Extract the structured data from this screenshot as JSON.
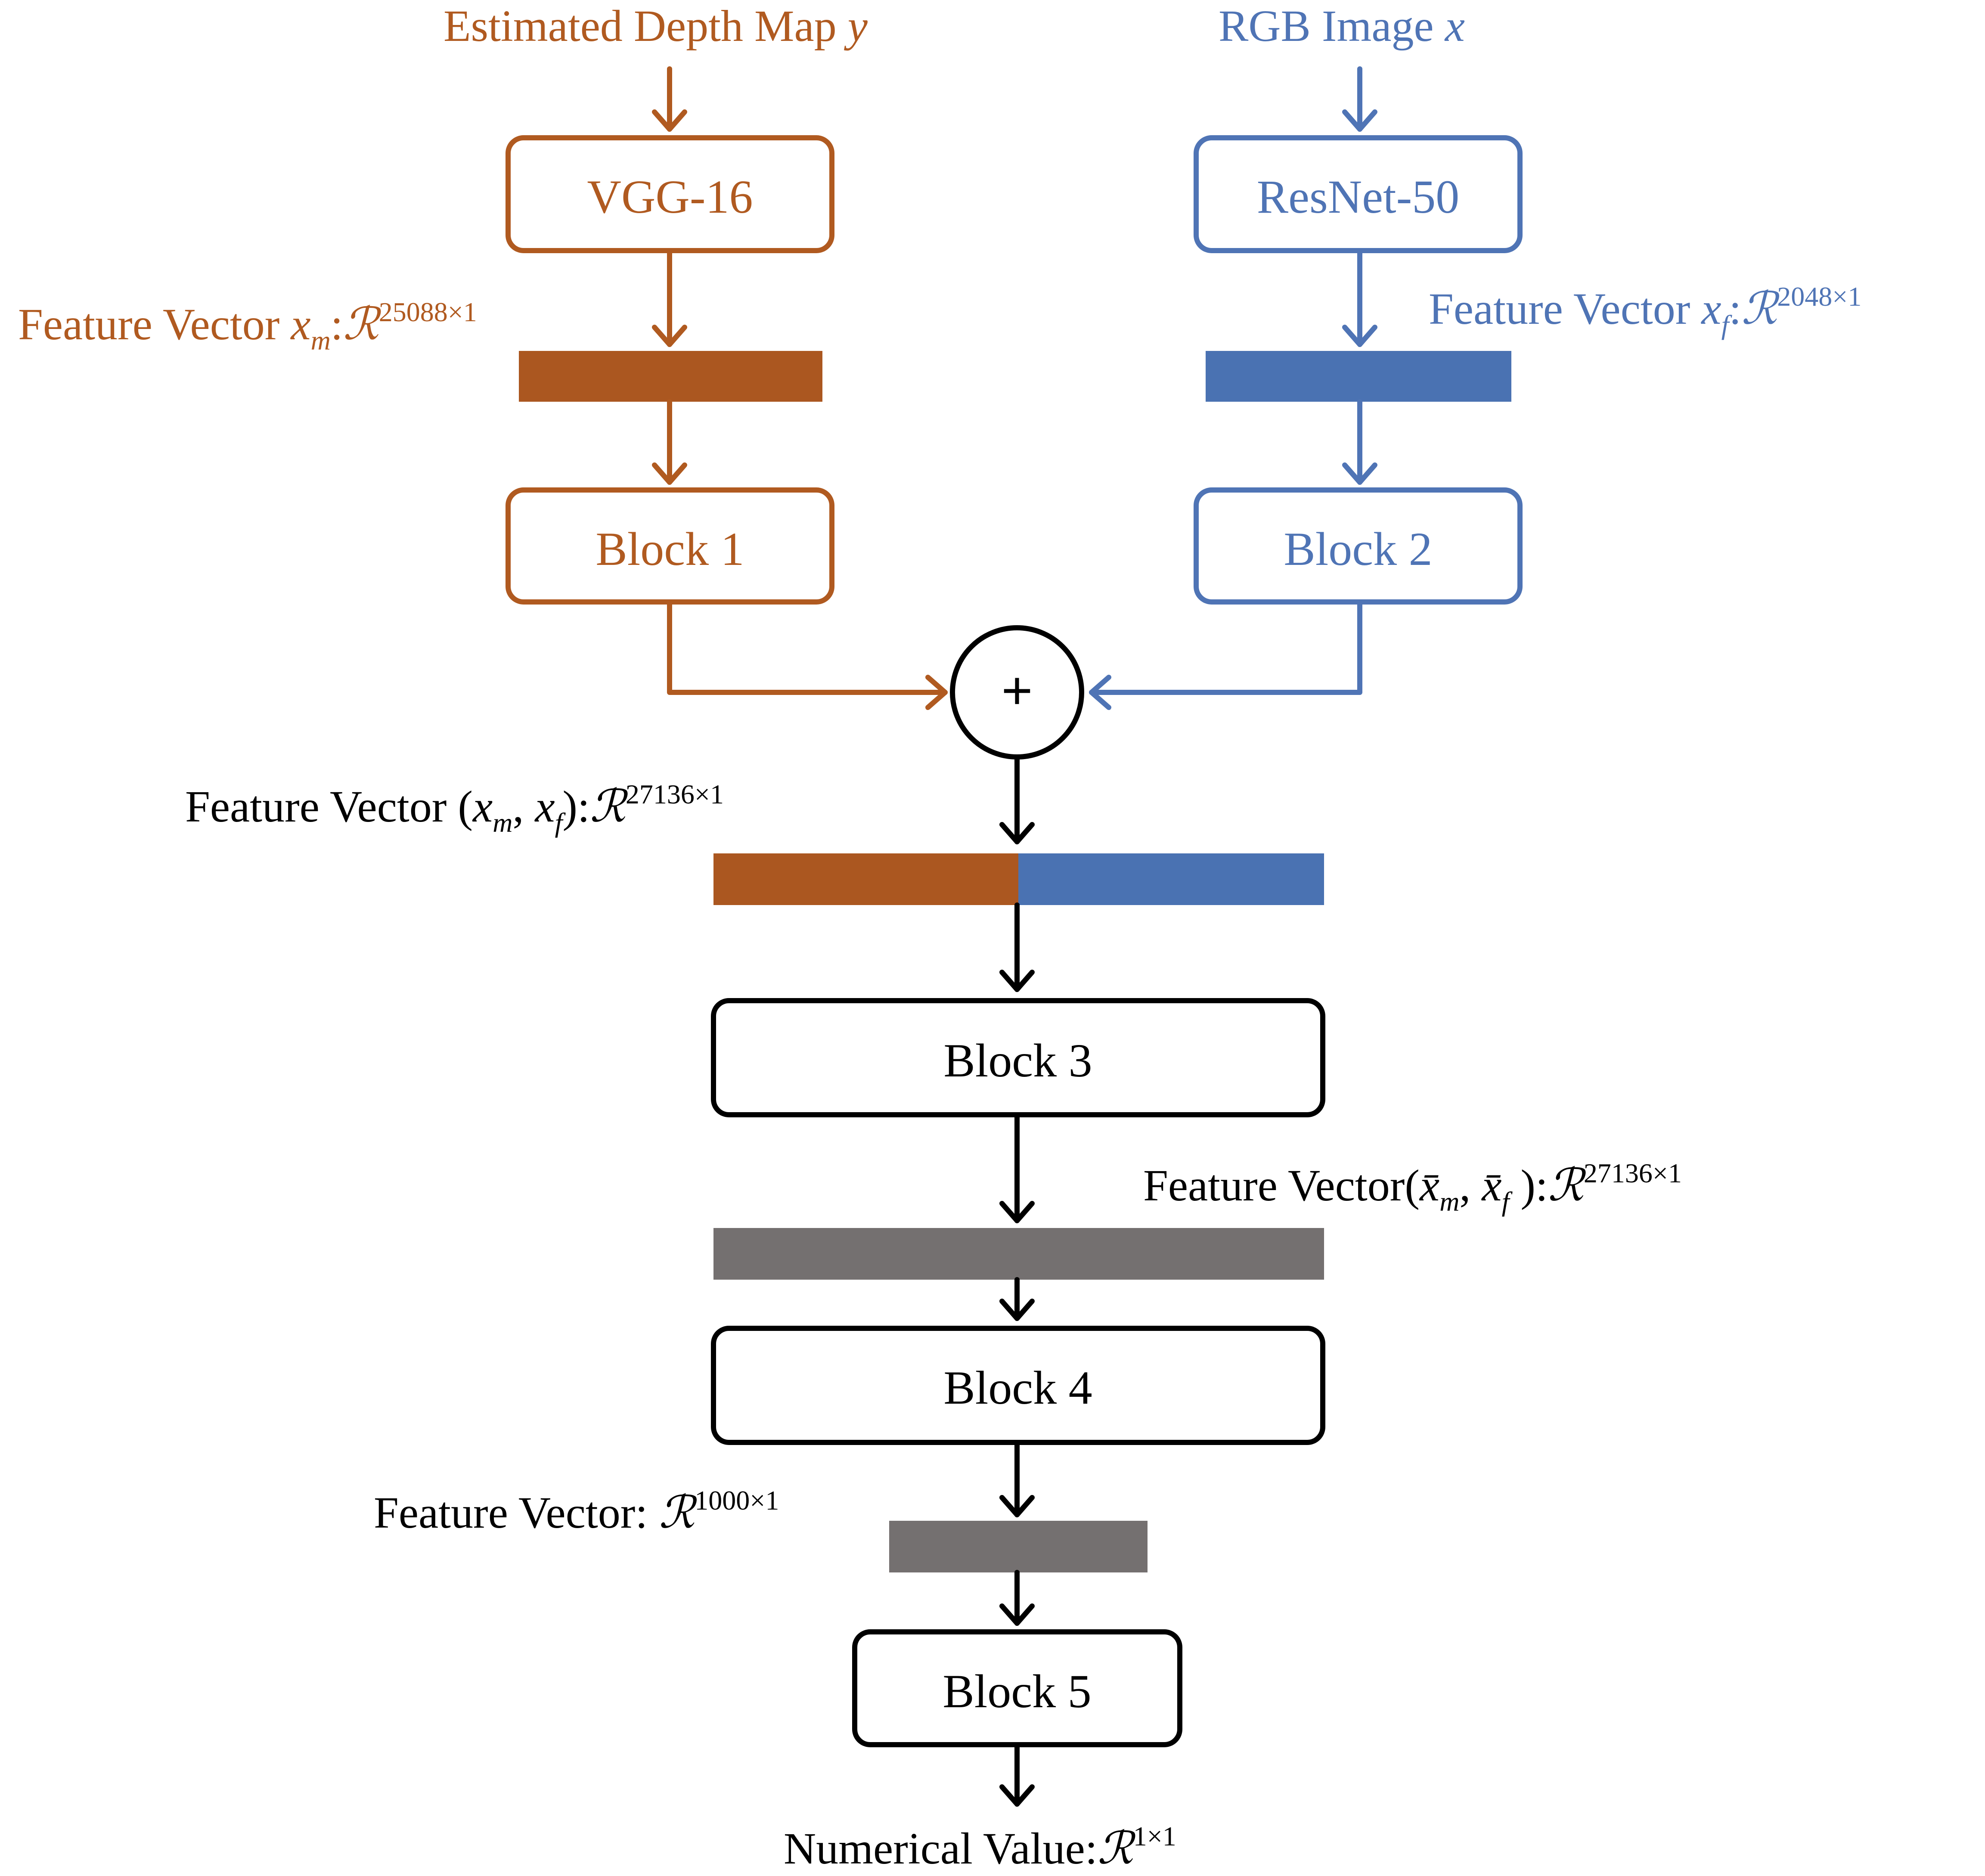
{
  "colors": {
    "depth": "#B05A20",
    "depth_bar": "#AB5720",
    "rgb": "#4F74B5",
    "rgb_bar": "#4A72B2",
    "neutral": "#000000",
    "gray_bar": "#747070"
  },
  "inputs": {
    "depth_label": "Estimated Depth Map",
    "depth_var": "y",
    "rgb_label": "RGB Image",
    "rgb_var": "x"
  },
  "blocks": {
    "vgg": "VGG-16",
    "resnet": "ResNet-50",
    "block1": "Block 1",
    "block2": "Block 2",
    "block3": "Block 3",
    "block4": "Block 4",
    "block5": "Block 5"
  },
  "operators": {
    "concat": "+"
  },
  "labels": {
    "fv_depth": {
      "prefix": "Feature Vector",
      "var": "x",
      "sub": "m",
      "sep": ":",
      "space": "ℛ",
      "sup": "25088×1"
    },
    "fv_rgb": {
      "prefix": "Feature Vector",
      "var": "x",
      "sub": "f",
      "sep": ":",
      "space": "ℛ",
      "sup": "2048×1"
    },
    "fv_concat": {
      "prefix": "Feature Vector",
      "open": "(",
      "var1": "x",
      "sub1": "m",
      "comma": ",",
      "var2": "x",
      "sub2": "f",
      "close": "):",
      "space": "ℛ",
      "sup": "27136×1"
    },
    "fv_block3": {
      "prefix": "Feature Vector(",
      "var1": "x̄",
      "sub1": "m",
      "comma": ",",
      "var2": "x̄",
      "sub2": "f",
      "close": "):",
      "space": "ℛ",
      "sup": "27136×1"
    },
    "fv_block4": {
      "prefix": "Feature Vector:",
      "space": "ℛ",
      "sup": "1000×1"
    },
    "output": {
      "prefix": "Numerical Value:",
      "space": "ℛ",
      "sup": "1×1"
    }
  }
}
